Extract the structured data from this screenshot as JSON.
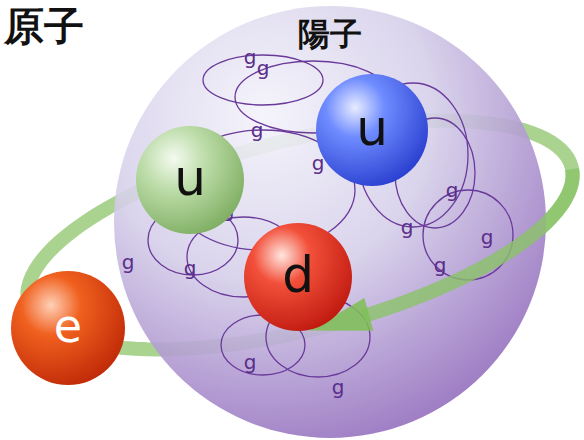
{
  "diagram": {
    "title": "原子",
    "nodes": [
      {
        "text": [
          "陽子"
        ]
      },
      {
        "text": [
          "u"
        ],
        "in": 0
      },
      {
        "text": [
          "u"
        ],
        "in": 0
      },
      {
        "text": [
          "d"
        ],
        "in": 0
      },
      {
        "text": [
          "e"
        ]
      }
    ],
    "labels": [
      "g",
      "g",
      "g",
      "g",
      "g",
      "g",
      "g",
      "g",
      "g",
      "g",
      "g",
      "g",
      "g"
    ]
  }
}
